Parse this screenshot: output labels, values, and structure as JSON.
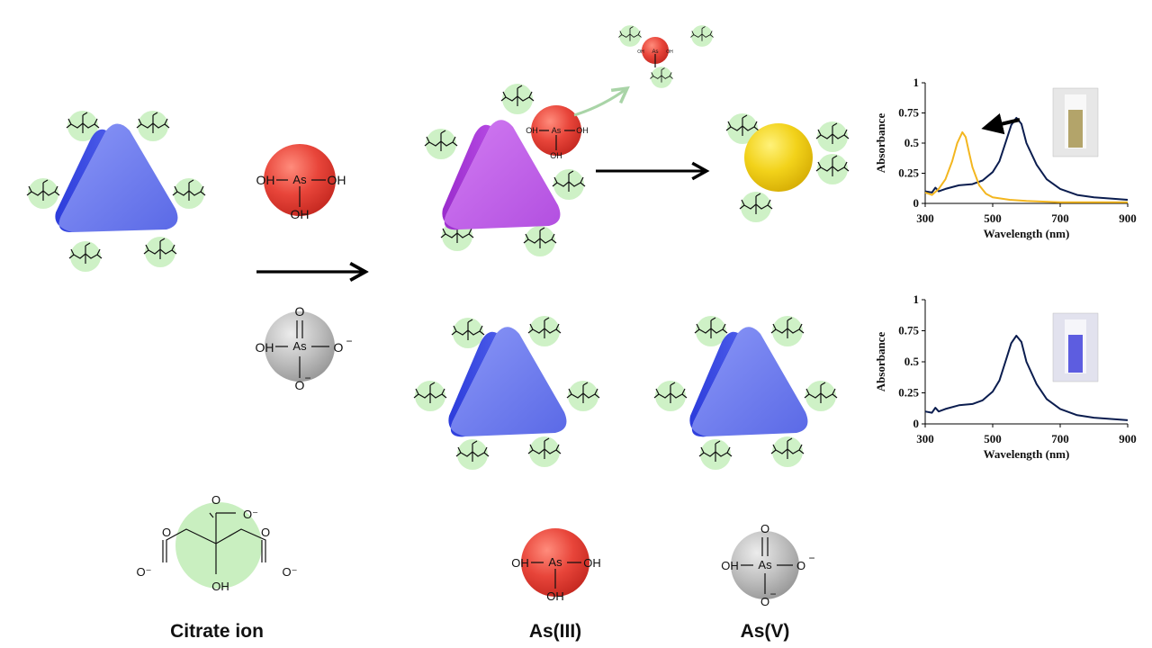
{
  "labels": {
    "citrate": "Citrate ion",
    "as3": "As(III)",
    "as5": "As(V)"
  },
  "atoms": {
    "as": "As",
    "oh": "OH",
    "o": "O",
    "minus": "−",
    "o_minus": "O⁻",
    "oh_small": "OH",
    "o_small": "O"
  },
  "colors": {
    "triangle_blue": "#6e7cf2",
    "triangle_purple": "#c060e8",
    "sphere_gold": "#f2d21a",
    "as3_sphere": "#e8453a",
    "as5_sphere": "#bdbdbd",
    "citrate_halo": "#c9efc0",
    "curve_navy": "#0b1d4f",
    "curve_gold": "#f3b61f",
    "arrow_curved": "#a9d4a7"
  },
  "icons": {
    "reaction_arrow": "arrow-right-icon",
    "curved_arrow": "curved-arrow-icon",
    "shift_arrow": "blueshift-arrow-icon"
  },
  "chart_data": [
    {
      "type": "line",
      "xlabel": "Wavelength (nm)",
      "ylabel": "Absorbance",
      "xlim": [
        300,
        900
      ],
      "ylim": [
        0,
        1
      ],
      "xticks": [
        "300",
        "500",
        "700",
        "900"
      ],
      "yticks": [
        "0",
        "0.25",
        "0.5",
        "0.75",
        "1"
      ],
      "grid": false,
      "series": [
        {
          "color": "#0b1d4f",
          "x": [
            300,
            320,
            330,
            340,
            360,
            400,
            440,
            470,
            500,
            520,
            540,
            555,
            570,
            585,
            600,
            630,
            660,
            700,
            750,
            800,
            850,
            900
          ],
          "y": [
            0.1,
            0.09,
            0.13,
            0.1,
            0.12,
            0.15,
            0.16,
            0.19,
            0.26,
            0.35,
            0.52,
            0.65,
            0.71,
            0.66,
            0.5,
            0.32,
            0.2,
            0.12,
            0.07,
            0.05,
            0.04,
            0.03
          ]
        },
        {
          "color": "#f3b61f",
          "x": [
            300,
            320,
            340,
            360,
            380,
            395,
            410,
            420,
            430,
            440,
            460,
            480,
            500,
            550,
            600,
            700,
            800,
            900
          ],
          "y": [
            0.09,
            0.07,
            0.12,
            0.2,
            0.35,
            0.5,
            0.59,
            0.55,
            0.42,
            0.3,
            0.15,
            0.08,
            0.05,
            0.03,
            0.02,
            0.01,
            0.01,
            0.01
          ]
        }
      ]
    },
    {
      "type": "line",
      "xlabel": "Wavelength (nm)",
      "ylabel": "Absorbance",
      "xlim": [
        300,
        900
      ],
      "ylim": [
        0,
        1
      ],
      "xticks": [
        "300",
        "500",
        "700",
        "900"
      ],
      "yticks": [
        "0",
        "0.25",
        "0.5",
        "0.75",
        "1"
      ],
      "grid": false,
      "series": [
        {
          "color": "#0b1d4f",
          "x": [
            300,
            320,
            330,
            340,
            360,
            400,
            440,
            470,
            500,
            520,
            540,
            555,
            570,
            585,
            600,
            630,
            660,
            700,
            750,
            800,
            850,
            900
          ],
          "y": [
            0.1,
            0.09,
            0.13,
            0.1,
            0.12,
            0.15,
            0.16,
            0.19,
            0.26,
            0.35,
            0.52,
            0.65,
            0.71,
            0.66,
            0.5,
            0.32,
            0.2,
            0.12,
            0.07,
            0.05,
            0.04,
            0.03
          ]
        }
      ]
    }
  ]
}
